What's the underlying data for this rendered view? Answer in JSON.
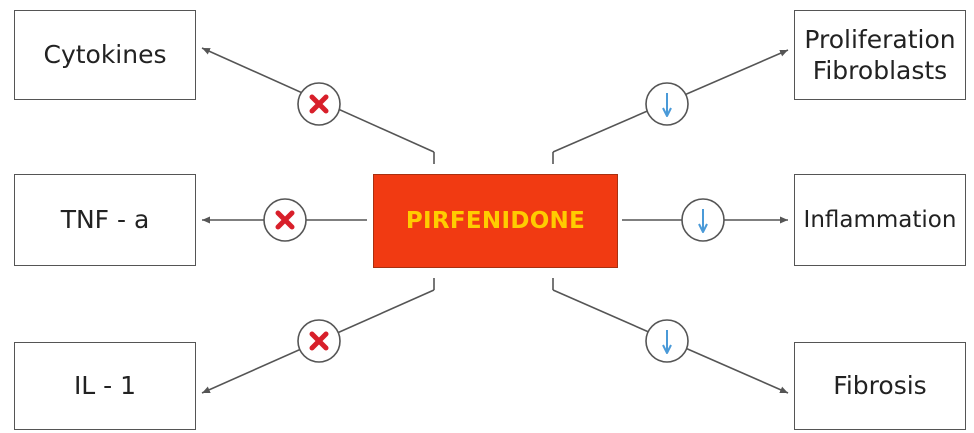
{
  "center": {
    "label": "PIRFENIDONE"
  },
  "inhibited": [
    {
      "label": "Cytokines"
    },
    {
      "label": "TNF - a"
    },
    {
      "label": "IL - 1"
    }
  ],
  "decreased": [
    {
      "label_line1": "Proliferation",
      "label_line2": "Fibroblasts"
    },
    {
      "label": "Inflammation"
    },
    {
      "label": "Fibrosis"
    }
  ],
  "symbols": {
    "inhibit": {
      "icon": "red-x-icon",
      "color": "#d81f2a"
    },
    "decrease": {
      "icon": "down-arrow-icon",
      "color": "#4a9ad8"
    }
  },
  "colors": {
    "center_fill": "#f13a12",
    "center_text": "#ffcc00",
    "line": "#555555"
  }
}
